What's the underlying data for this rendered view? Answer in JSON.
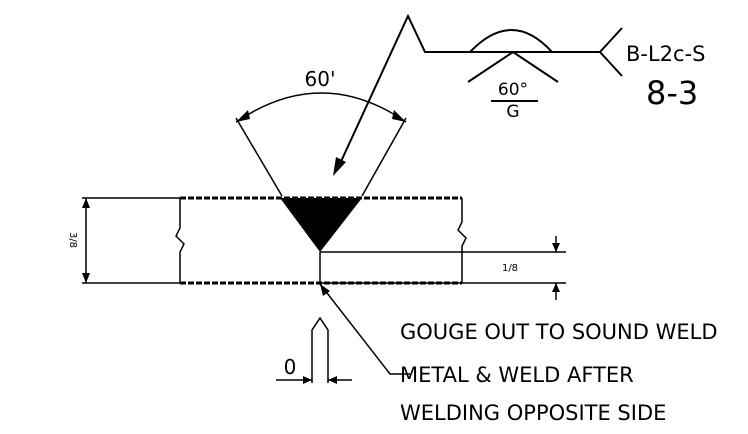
{
  "symbol": {
    "groove_angle": "60°",
    "contour_angle": "60°",
    "finish": "G",
    "joint_designation": "B-L2c-S",
    "detail_number": "8-3"
  },
  "drawing": {
    "included_angle": "60'",
    "root_opening": "0",
    "plate_thickness": "3/8",
    "root_face": "1/8"
  },
  "note": {
    "line1": "GOUGE OUT TO SOUND WELD",
    "line2": "METAL & WELD AFTER",
    "line3": "WELDING OPPOSITE SIDE"
  }
}
